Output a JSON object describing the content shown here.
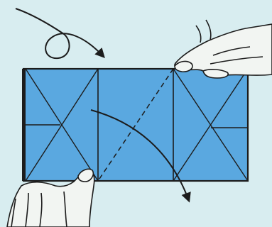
{
  "illustration": {
    "colors": {
      "background": "#d8edf0",
      "paper": "#5aa8e0",
      "paper_shade": "#4f9dd6",
      "ink": "#1c1c1c",
      "hand_fill": "#f2f5f2"
    },
    "parts": {
      "paper": "folded-paper-rectangle",
      "rotate_arrow": "turn-over-arrow",
      "fold_arrow": "fold-direction-arrow",
      "fold_line": "dashed-fold-line",
      "right_hand": "right-hand-pinching-corner",
      "left_hand": "left-hand-holding-edge"
    }
  }
}
